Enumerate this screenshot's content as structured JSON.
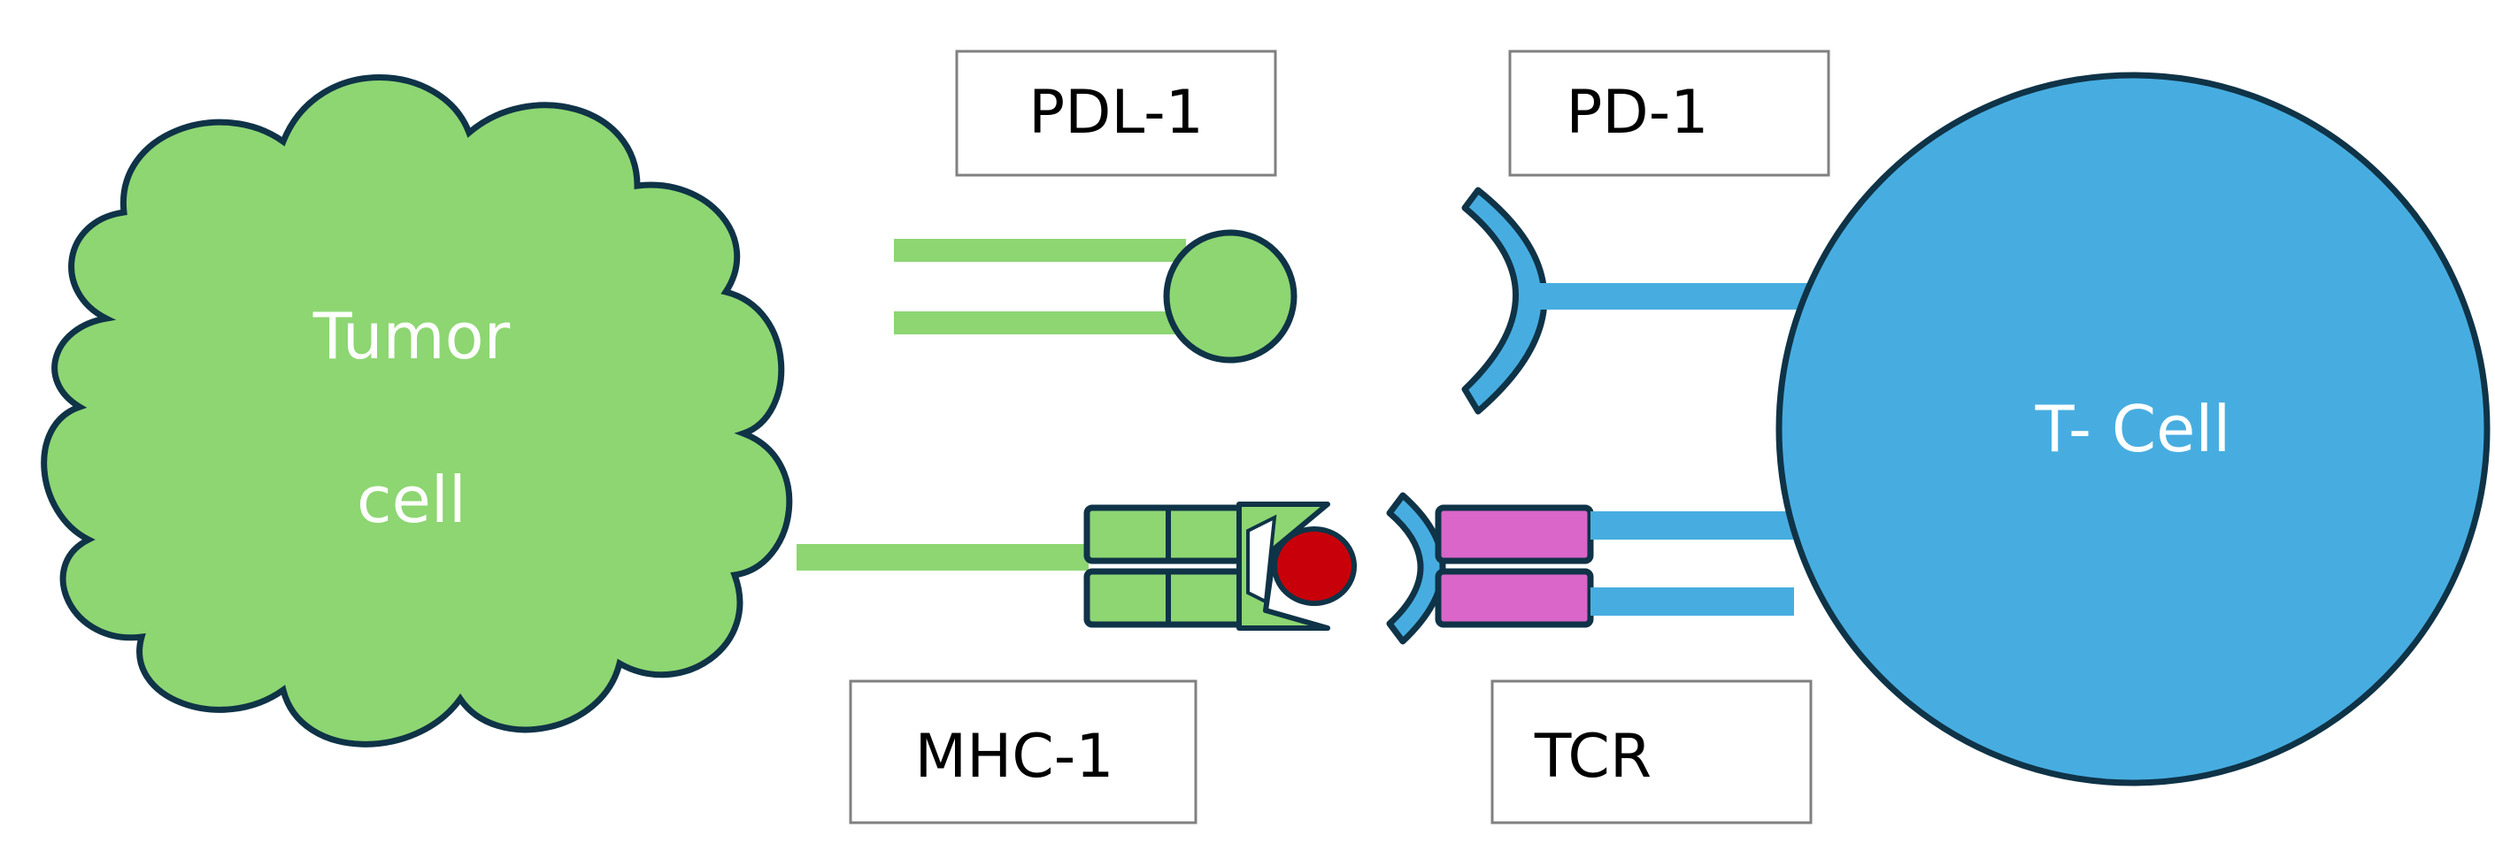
{
  "cells": {
    "tumor": {
      "label_line1": "Tumor",
      "label_line2": "cell"
    },
    "tcell": {
      "label": "T- Cell"
    }
  },
  "labels": {
    "pdl1": "PDL-1",
    "pd1": "PD-1",
    "mhc1": "MHC-1",
    "tcr": "TCR"
  },
  "colors": {
    "tumor_green": "#8dd672",
    "tcell_blue": "#47ade0",
    "outline": "#0f3347",
    "antigen_red": "#c8000a",
    "tcr_pink": "#d966c8",
    "label_border": "#808080"
  }
}
